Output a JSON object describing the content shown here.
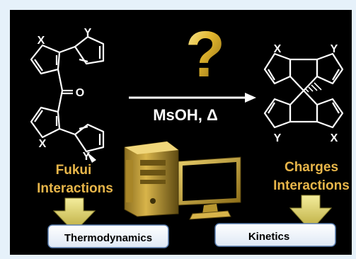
{
  "reaction": {
    "reagent_label": "MsOH, Δ",
    "question_mark": "?"
  },
  "reactant": {
    "atom_x_top": "X",
    "atom_y_top": "Y",
    "atom_o": "O",
    "atom_x_bottom": "X",
    "atom_y_bottom": "Y"
  },
  "product": {
    "atom_x_top": "X",
    "atom_y_top": "Y",
    "atom_y_bottom": "Y",
    "atom_x_bottom": "X"
  },
  "left_label": {
    "line1": "Fukui",
    "line2": "Interactions"
  },
  "right_label": {
    "line1": "Charges",
    "line2": "Interactions"
  },
  "boxes": {
    "left": "Thermodynamics",
    "right": "Kinetics"
  },
  "colors": {
    "background": "#000000",
    "gold": "#e8b64a",
    "arrow_gold": "#d9cf72",
    "frame": "#e6f1fa",
    "box_border": "#5b7fb0"
  }
}
